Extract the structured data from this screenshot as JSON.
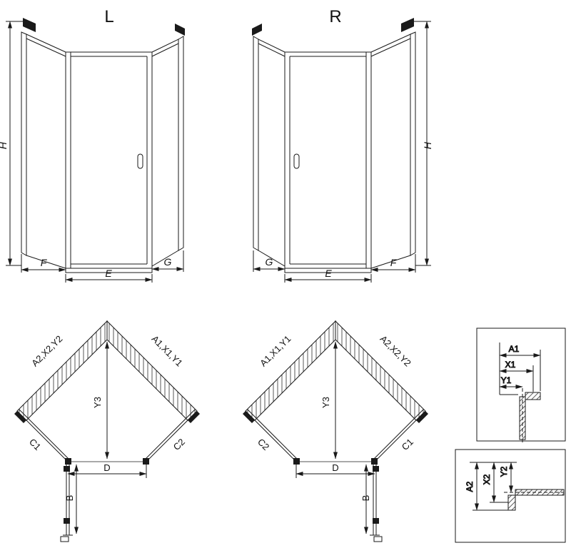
{
  "colors": {
    "background": "#ffffff",
    "line": "#1a1a1a"
  },
  "drawing": {
    "elevation_left": {
      "variant_label": "L",
      "height_label": "H",
      "width_labels": [
        "F",
        "E",
        "G"
      ]
    },
    "elevation_right": {
      "variant_label": "R",
      "height_label": "H",
      "width_labels": [
        "G",
        "E",
        "F"
      ]
    },
    "plan_left": {
      "wall_left_label": "A2,X2,Y2",
      "wall_right_label": "A1,X1,Y1",
      "depth_label": "Y3",
      "side_left_label": "C1",
      "side_right_label": "C2",
      "door_width_label": "D",
      "door_open_label": "B"
    },
    "plan_right": {
      "wall_left_label": "A1,X1,Y1",
      "wall_right_label": "A2,X2,Y2",
      "depth_label": "Y3",
      "side_left_label": "C2",
      "side_right_label": "C1",
      "door_width_label": "D",
      "door_open_label": "B"
    },
    "detail_top": {
      "dim_labels": [
        "A1",
        "X1",
        "Y1"
      ]
    },
    "detail_bottom": {
      "dim_labels": [
        "A2",
        "X2",
        "Y2"
      ]
    }
  }
}
